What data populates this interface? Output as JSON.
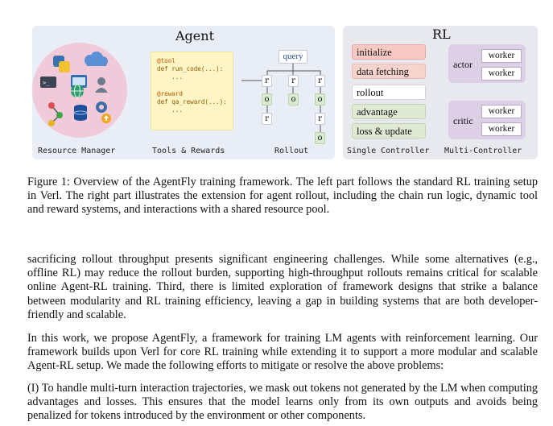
{
  "figure": {
    "agent_title": "Agent",
    "rl_title": "RL",
    "code_lines": [
      "@tool",
      "def run_code(...):",
      "    ...",
      "",
      "@reward",
      "def qa_reward(...):",
      "    ..."
    ],
    "query_label": "query",
    "rollout_columns": [
      [
        "r",
        "o",
        "r"
      ],
      [
        "r",
        "o"
      ],
      [
        "r",
        "o",
        "r",
        "o"
      ]
    ],
    "labels": {
      "resource_manager": "Resource Manager",
      "tools_rewards": "Tools & Rewards",
      "rollout": "Rollout",
      "single_controller": "Single Controller",
      "multi_controller": "Multi-Controller"
    },
    "stages": [
      "initialize",
      "data fetching",
      "rollout",
      "advantage",
      "loss & update"
    ],
    "actor_label": "actor",
    "critic_label": "critic",
    "worker_label": "worker",
    "colors": {
      "agent_panel": "#e9edf6",
      "rl_panel": "#e7e9ef",
      "resource_circle": "#f0cad8",
      "code_box": "#fff4c4",
      "init_stage": "#f6c9c4",
      "adv_stage": "#dfe9d3",
      "worker_group": "#dccfe6"
    },
    "icons": [
      "python-icon",
      "cloud-icon",
      "terminal-icon",
      "web-icon",
      "globe-icon",
      "network-icon",
      "database-icon",
      "gear-icon",
      "upload-icon",
      "settings-icon"
    ]
  },
  "caption": "Figure 1: Overview of the AgentFly training framework. The left part follows the standard RL training setup in Verl. The right part illustrates the extension for agent rollout, including the chain run logic, dynamic tool and reward systems, and interactions with a shared resource pool.",
  "paragraphs": [
    "sacrificing rollout throughput presents significant engineering challenges. While some alternatives (e.g., offline RL) may reduce the rollout burden, supporting high-throughput rollouts remains critical for scalable online Agent-RL training. Third, there is limited exploration of framework designs that strike a balance between modularity and RL training efficiency, leaving a gap in building systems that are both developer-friendly and scalable.",
    "In this work, we propose AgentFly, a framework for training LM agents with reinforcement learning. Our framework builds upon Verl for core RL training while extending it to support a more modular and scalable Agent-RL setup. We made the following efforts to mitigate or resolve the above problems:",
    "(I) To handle multi-turn interaction trajectories, we mask out tokens not generated by the LM when computing advantages and losses. This ensures that the model learns only from its own outputs and avoids being penalized for tokens introduced by the environment or other components."
  ]
}
